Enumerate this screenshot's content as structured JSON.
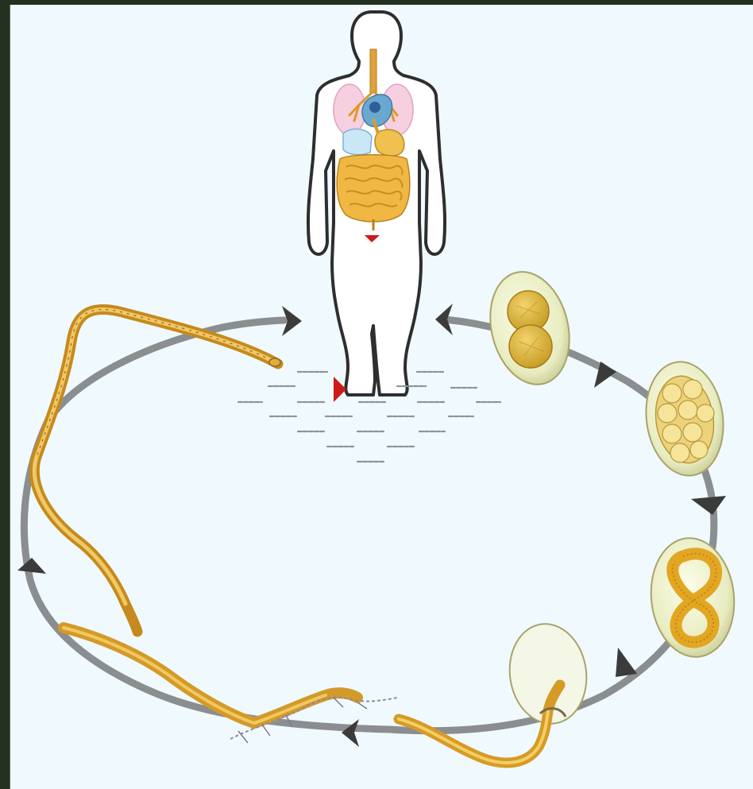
{
  "diagram": {
    "type": "parasite-life-cycle",
    "stages": [
      {
        "id": "human-host",
        "icon": "human-body-organs"
      },
      {
        "id": "egg-two-cell",
        "icon": "egg-two-cell"
      },
      {
        "id": "egg-multicell",
        "icon": "egg-multicell"
      },
      {
        "id": "egg-larva",
        "icon": "egg-coiled-larva"
      },
      {
        "id": "larva-hatching",
        "icon": "larva-hatching"
      },
      {
        "id": "larva-molting",
        "icon": "larva-molting"
      },
      {
        "id": "filariform-larva",
        "icon": "filariform-larva"
      }
    ],
    "colors": {
      "background": "#f0fafe",
      "frame": "#243020",
      "cycle_arrow": "#7f8385",
      "arrowhead": "#3b3b3b",
      "entry_marker": "#cc1a1a",
      "larva": "#d9a531",
      "egg_shell": "#eef2c8"
    }
  }
}
